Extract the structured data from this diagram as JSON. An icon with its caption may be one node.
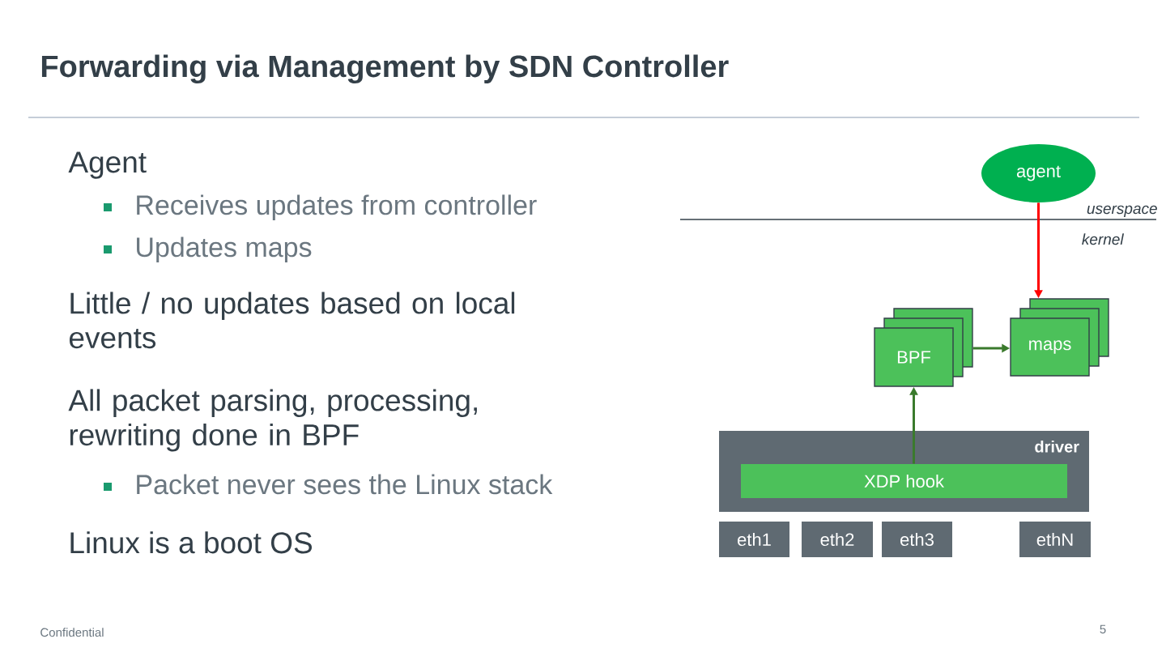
{
  "diagram": {
    "title": "Forwarding via Management by SDN Controller",
    "nodes": [
      {
        "text": [
          "agent"
        ]
      },
      {
        "text": [
          "BPF"
        ]
      },
      {
        "text": [
          "maps"
        ]
      },
      {
        "text": [
          "driver"
        ]
      },
      {
        "text": [
          "XDP hook"
        ],
        "in": 3
      },
      {
        "text": [
          "eth1"
        ]
      },
      {
        "text": [
          "eth2"
        ]
      },
      {
        "text": [
          "eth3"
        ]
      },
      {
        "text": [
          "ethN"
        ]
      }
    ],
    "edges": [
      {
        "from": 0,
        "to": 2,
        "arrow": "to",
        "color": "#ff0000"
      },
      {
        "from": 4,
        "to": 1,
        "arrow": "to"
      },
      {
        "from": 1,
        "to": 2,
        "arrow": "to"
      }
    ],
    "labels": [
      "Agent",
      "Receives updates from controller",
      "Updates maps",
      "Little / no updates based on local events",
      "All packet parsing, processing, rewriting done in BPF",
      "Packet never sees the Linux stack",
      "Linux is a boot OS",
      "userspace",
      "kernel",
      "Confidential",
      "5"
    ]
  }
}
